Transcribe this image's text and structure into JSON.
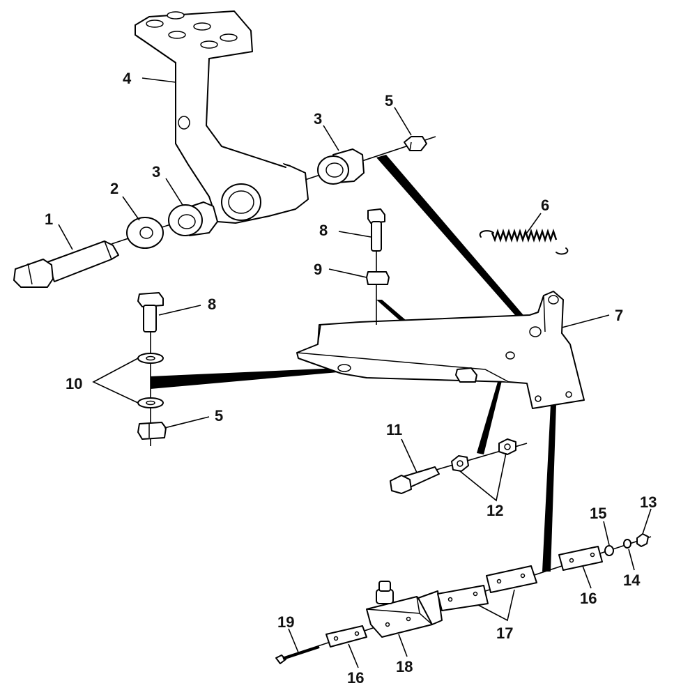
{
  "callouts": {
    "c1": "1",
    "c2": "2",
    "c3a": "3",
    "c3b": "3",
    "c4": "4",
    "c5a": "5",
    "c5b": "5",
    "c6": "6",
    "c7": "7",
    "c8a": "8",
    "c8b": "8",
    "c9": "9",
    "c10": "10",
    "c11": "11",
    "c12": "12",
    "c13": "13",
    "c14": "14",
    "c15": "15",
    "c16a": "16",
    "c16b": "16",
    "c17": "17",
    "c18": "18",
    "c19": "19"
  }
}
